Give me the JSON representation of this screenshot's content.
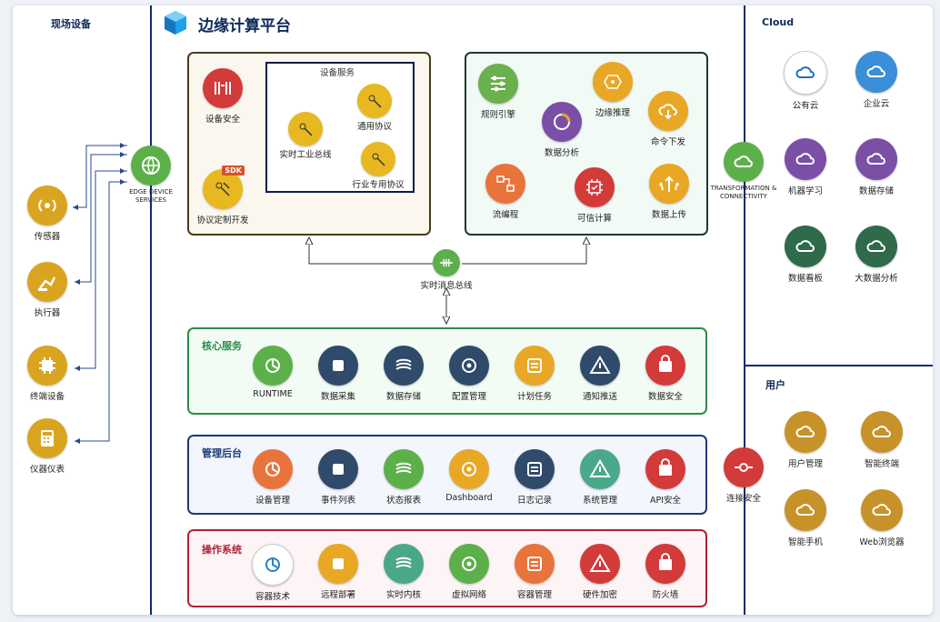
{
  "sections": {
    "field_devices": "现场设备",
    "main_title": "边缘计算平台",
    "cloud": "Cloud",
    "users": "用户"
  },
  "field_devices": [
    {
      "label": "传感器",
      "color": "#d9a520"
    },
    {
      "label": "执行器",
      "color": "#d9a520"
    },
    {
      "label": "终端设备",
      "color": "#d9a520"
    },
    {
      "label": "仪器仪表",
      "color": "#d9a520"
    }
  ],
  "edge_services": {
    "label": "EDGE DEVICE SERVICES",
    "color": "#5cb04a"
  },
  "device_box": {
    "device_security": "设备安全",
    "protocol_dev": "协议定制开发",
    "sdk_badge": "SDK",
    "inner_title": "设备服务",
    "realtime_bus": "实时工业总线",
    "common_protocol": "通用协议",
    "industry_protocol": "行业专用协议"
  },
  "analytics_box": [
    {
      "label": "规则引擎",
      "color": "#6ab04c"
    },
    {
      "label": "数据分析",
      "color": "#7b4fa6"
    },
    {
      "label": "边缘推理",
      "color": "#e8a825"
    },
    {
      "label": "命令下发",
      "color": "#e8a825"
    },
    {
      "label": "流编程",
      "color": "#e8743b"
    },
    {
      "label": "可信计算",
      "color": "#d33a3a"
    },
    {
      "label": "数据上传",
      "color": "#e8a825"
    }
  ],
  "message_bus": {
    "label": "实时消息总线",
    "color": "#5cb04a"
  },
  "transformation": {
    "label": "TRANSFORMATION & CONNECTIVITY",
    "color": "#5cb04a"
  },
  "core_services": {
    "title": "核心服务",
    "items": [
      {
        "label": "RUNTIME",
        "color": "#5cb04a"
      },
      {
        "label": "数据采集",
        "color": "#2f4a6a"
      },
      {
        "label": "数据存储",
        "color": "#2f4a6a"
      },
      {
        "label": "配置管理",
        "color": "#2f4a6a"
      },
      {
        "label": "计划任务",
        "color": "#e8a825"
      },
      {
        "label": "通知推送",
        "color": "#2f4a6a"
      },
      {
        "label": "数据安全",
        "color": "#d33a3a"
      }
    ]
  },
  "management": {
    "title": "管理后台",
    "items": [
      {
        "label": "设备管理",
        "color": "#e8743b"
      },
      {
        "label": "事件列表",
        "color": "#2f4a6a"
      },
      {
        "label": "状态报表",
        "color": "#5cb04a"
      },
      {
        "label": "Dashboard",
        "color": "#e8a825"
      },
      {
        "label": "日志记录",
        "color": "#2f4a6a"
      },
      {
        "label": "系统管理",
        "color": "#4aa88a"
      },
      {
        "label": "API安全",
        "color": "#d33a3a"
      }
    ]
  },
  "connection_security": {
    "label": "连接安全",
    "color": "#d33a3a"
  },
  "os": {
    "title": "操作系统",
    "items": [
      {
        "label": "容器技术",
        "color": "#ffffff"
      },
      {
        "label": "远程部署",
        "color": "#e8a825"
      },
      {
        "label": "实时内核",
        "color": "#4aa88a"
      },
      {
        "label": "虚拟网络",
        "color": "#5cb04a"
      },
      {
        "label": "容器管理",
        "color": "#e8743b"
      },
      {
        "label": "硬件加密",
        "color": "#d33a3a"
      },
      {
        "label": "防火墙",
        "color": "#d33a3a"
      }
    ]
  },
  "cloud_items": [
    {
      "label": "公有云",
      "color": "#ffffff"
    },
    {
      "label": "企业云",
      "color": "#3b8fd9"
    },
    {
      "label": "机器学习",
      "color": "#7b4fa6"
    },
    {
      "label": "数据存储",
      "color": "#7b4fa6"
    },
    {
      "label": "数据看板",
      "color": "#2f6a4a"
    },
    {
      "label": "大数据分析",
      "color": "#2f6a4a"
    }
  ],
  "user_items": [
    {
      "label": "用户管理",
      "color": "#c8922a"
    },
    {
      "label": "智能终端",
      "color": "#c8922a"
    },
    {
      "label": "智能手机",
      "color": "#c8922a"
    },
    {
      "label": "Web浏览器",
      "color": "#c8922a"
    }
  ],
  "box_title_colors": {
    "core": "#2e8b4a",
    "mgmt": "#1c3a78",
    "os": "#b0213a"
  }
}
